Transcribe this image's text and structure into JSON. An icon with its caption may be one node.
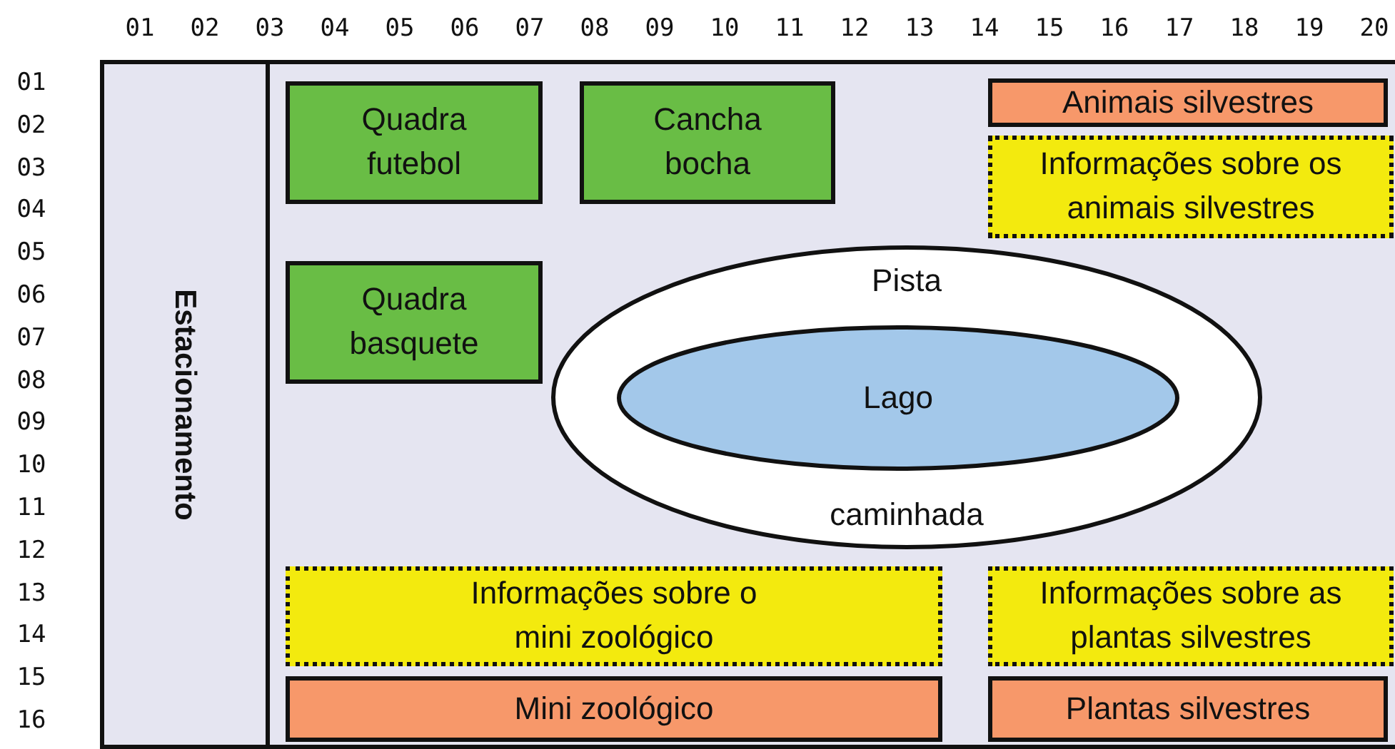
{
  "diagram": {
    "nodes": [
      {
        "text": [],
        "shape": "box"
      },
      {
        "text": [
          "Estacionamento"
        ],
        "in": 0
      },
      {
        "text": [
          "Quadra futebol"
        ],
        "in": 0
      },
      {
        "text": [
          "Cancha bocha"
        ],
        "in": 0
      },
      {
        "text": [
          "Animais silvestres"
        ],
        "in": 0
      },
      {
        "text": [
          "Informações sobre os animais silvestres"
        ],
        "in": 0
      },
      {
        "text": [
          "Quadra basquete"
        ],
        "in": 0
      },
      {
        "text": [
          "Pista",
          "caminhada"
        ],
        "in": 0
      },
      {
        "text": [
          "Lago"
        ],
        "in": 7
      },
      {
        "text": [
          "Informações sobre o mini zoológico"
        ],
        "in": 0
      },
      {
        "text": [
          "Informações sobre as plantas silvestres"
        ],
        "in": 0
      },
      {
        "text": [
          "Mini zoológico"
        ],
        "in": 0
      },
      {
        "text": [
          "Plantas silvestres"
        ],
        "in": 0
      }
    ],
    "labels": [
      "01",
      "02",
      "03",
      "04",
      "05",
      "06",
      "07",
      "08",
      "09",
      "10",
      "11",
      "12",
      "13",
      "14",
      "15",
      "16",
      "17",
      "18",
      "19",
      "20",
      "01",
      "02",
      "03",
      "04",
      "05",
      "06",
      "07",
      "08",
      "09",
      "10",
      "11",
      "12",
      "13",
      "14",
      "15",
      "16"
    ]
  }
}
